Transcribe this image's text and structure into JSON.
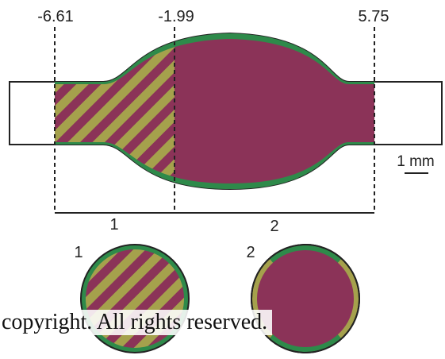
{
  "marks": {
    "left": "-6.61",
    "middle": "-1.99",
    "right": "5.75"
  },
  "scale_bar": {
    "label": "1 mm"
  },
  "segments": {
    "first": "1",
    "second": "2"
  },
  "cross_sections": {
    "first": "1",
    "second": "2"
  },
  "colors": {
    "tissue": "#8b3358",
    "rim": "#2e8a4a",
    "hatch": "#a5a14c",
    "outline": "#222222"
  },
  "copyright": "copyright. All rights reserved."
}
